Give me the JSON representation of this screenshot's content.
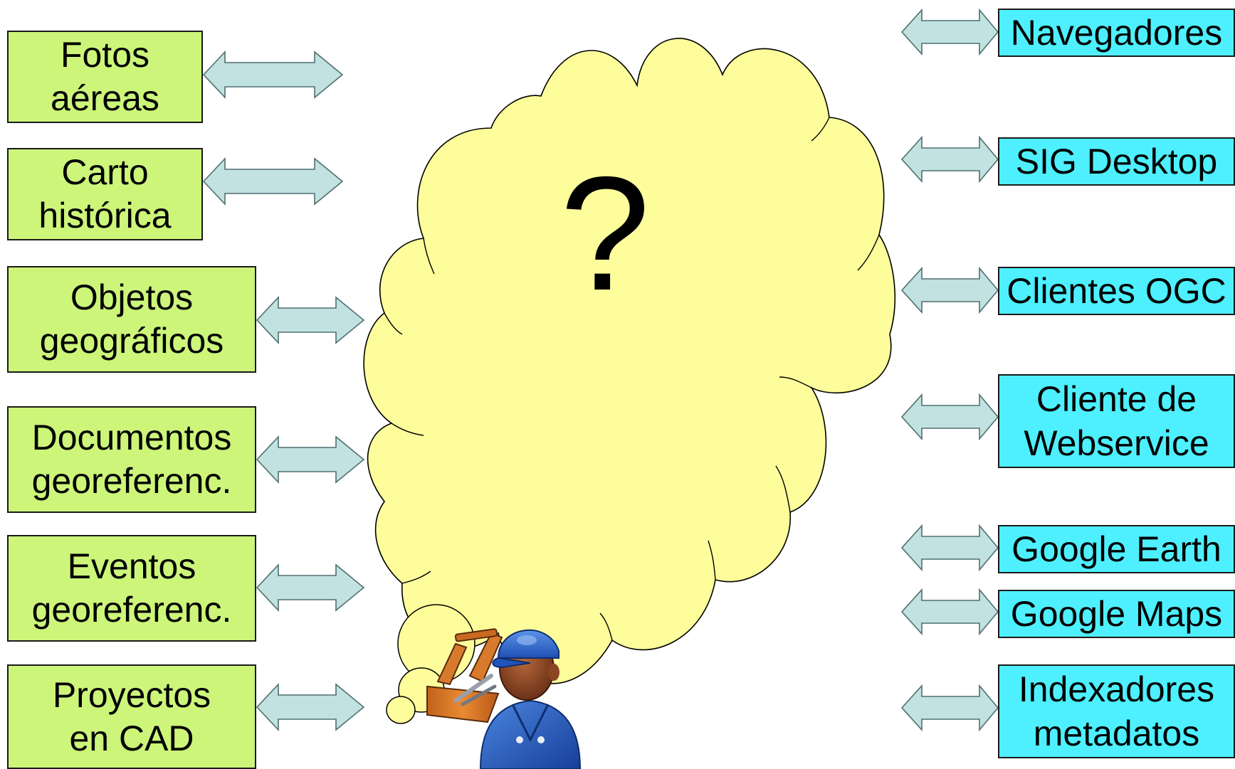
{
  "diagram": {
    "center_label": "?",
    "sources": [
      {
        "label": "Fotos\naéreas"
      },
      {
        "label": "Carto\nhistórica"
      },
      {
        "label": "Objetos\ngeográficos"
      },
      {
        "label": "Documentos\ngeoreferenc."
      },
      {
        "label": "Eventos\ngeoreferenc."
      },
      {
        "label": "Proyectos\nen CAD"
      }
    ],
    "clients": [
      {
        "label": "Navegadores"
      },
      {
        "label": "SIG Desktop"
      },
      {
        "label": "Clientes OGC"
      },
      {
        "label": "Cliente de\nWebservice"
      },
      {
        "label": "Google Earth"
      },
      {
        "label": "Google Maps"
      },
      {
        "label": "Indexadores\nmetadatos"
      }
    ],
    "colors": {
      "source_fill": "#ccf57a",
      "client_fill": "#4ef0ff",
      "cloud_fill": "#fdfd9b",
      "arrow_fill": "#c2e2e2"
    },
    "icons": [
      "cloud-icon",
      "worker-with-toolbox-icon"
    ]
  }
}
